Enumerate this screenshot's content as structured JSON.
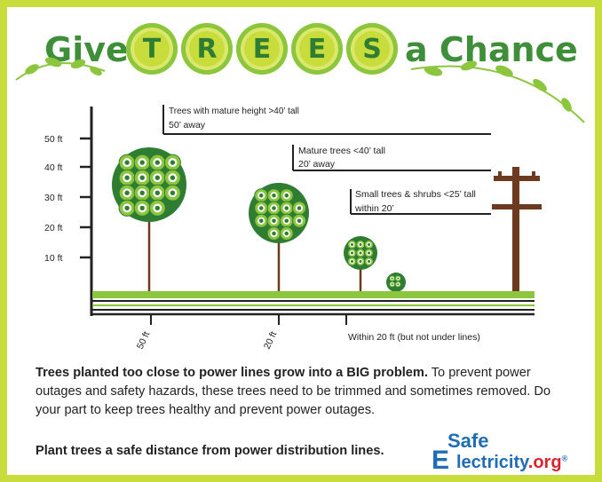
{
  "title": {
    "before": "Give",
    "letters": [
      "T",
      "R",
      "E",
      "E",
      "S"
    ],
    "after": "a Chance"
  },
  "height_axis": {
    "ticks": [
      "50 ft",
      "40 ft",
      "30 ft",
      "20 ft",
      "10 ft"
    ]
  },
  "callouts": [
    {
      "line1": "Trees with mature height >40’ tall",
      "line2": "50’ away"
    },
    {
      "line1": "Mature trees <40’ tall",
      "line2": "20’ away"
    },
    {
      "line1": "Small trees & shrubs <25’ tall",
      "line2": "within 20’"
    }
  ],
  "distance_labels": [
    "50 ft",
    "20 ft",
    "Within 20 ft (but not under lines)"
  ],
  "body": {
    "bold_lead": "Trees planted too close to power lines grow into a BIG problem.",
    "rest": " To prevent power outages and safety hazards, these trees need to be trimmed and sometimes removed. Do your part to keep trees healthy and prevent power outages."
  },
  "footer": "Plant trees a safe distance from power distribution lines.",
  "logo": {
    "safe": "Safe",
    "e": "E",
    "lectricity": "lectricity",
    "org": ".org",
    "reg": "®"
  },
  "colors": {
    "border": "#c8dc3c",
    "title_green": "#3f8f3a",
    "tree_dark": "#2e7d32",
    "tree_mid": "#8cc63f",
    "ground": "#8cc63f",
    "trunk": "#6b3a1f",
    "logo_blue": "#1f6db5",
    "logo_red": "#d8242c"
  }
}
